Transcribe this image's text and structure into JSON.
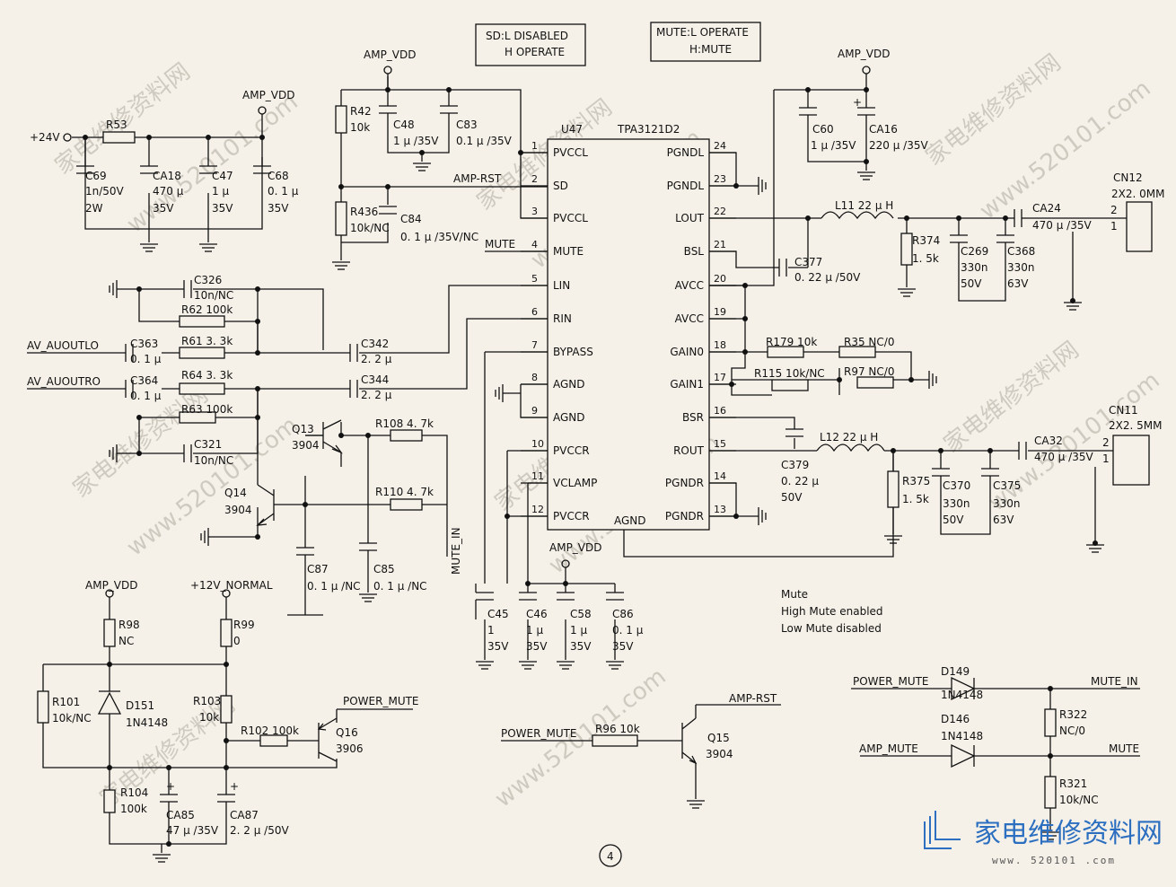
{
  "chip": {
    "ref": "U47",
    "part": "TPA3121D2",
    "agnd": "AGND"
  },
  "pins_left": [
    {
      "num": "1",
      "name": "PVCCL"
    },
    {
      "num": "2",
      "name": "SD"
    },
    {
      "num": "3",
      "name": "PVCCL"
    },
    {
      "num": "4",
      "name": "MUTE"
    },
    {
      "num": "5",
      "name": "LIN"
    },
    {
      "num": "6",
      "name": "RIN"
    },
    {
      "num": "7",
      "name": "BYPASS"
    },
    {
      "num": "8",
      "name": "AGND"
    },
    {
      "num": "9",
      "name": "AGND"
    },
    {
      "num": "10",
      "name": "PVCCR"
    },
    {
      "num": "11",
      "name": "VCLAMP"
    },
    {
      "num": "12",
      "name": "PVCCR"
    }
  ],
  "pins_right": [
    {
      "num": "24",
      "name": "PGNDL"
    },
    {
      "num": "23",
      "name": "PGNDL"
    },
    {
      "num": "22",
      "name": "LOUT"
    },
    {
      "num": "21",
      "name": "BSL"
    },
    {
      "num": "20",
      "name": "AVCC"
    },
    {
      "num": "19",
      "name": "AVCC"
    },
    {
      "num": "18",
      "name": "GAIN0"
    },
    {
      "num": "17",
      "name": "GAIN1"
    },
    {
      "num": "16",
      "name": "BSR"
    },
    {
      "num": "15",
      "name": "ROUT"
    },
    {
      "num": "14",
      "name": "PGNDR"
    },
    {
      "num": "13",
      "name": "PGNDR"
    }
  ],
  "notes": {
    "sd_line1": "SD:L DISABLED",
    "sd_line2": "H OPERATE",
    "mute_line1": "MUTE:L OPERATE",
    "mute_line2": "H:MUTE",
    "mute_title": "Mute",
    "mute_high": "High Mute enabled",
    "mute_low": "Low Mute disabled",
    "page_mark": "4"
  },
  "nets": {
    "v24": "+24V",
    "amp_vdd": "AMP_VDD",
    "amp_rst": "AMP-RST",
    "mute": "MUTE",
    "av_l": "AV_AUOUTLO",
    "av_r": "AV_AUOUTRO",
    "mute_in": "MUTE_IN",
    "v12": "+12V_NORMAL",
    "power_mute": "POWER_MUTE",
    "amp_mute": "AMP_MUTE"
  },
  "labels": [
    {
      "id": "r53",
      "text": "R53"
    },
    {
      "id": "c69",
      "text": "C69"
    },
    {
      "id": "c69v",
      "text": "1n/50V"
    },
    {
      "id": "c69w",
      "text": "2W"
    },
    {
      "id": "ca18",
      "text": "CA18"
    },
    {
      "id": "ca18v",
      "text": "470 μ"
    },
    {
      "id": "ca18w",
      "text": "35V"
    },
    {
      "id": "c47",
      "text": "C47"
    },
    {
      "id": "c47v",
      "text": "1 μ"
    },
    {
      "id": "c47w",
      "text": "35V"
    },
    {
      "id": "c68",
      "text": "C68"
    },
    {
      "id": "c68v",
      "text": "0. 1 μ"
    },
    {
      "id": "c68w",
      "text": "35V"
    },
    {
      "id": "r42",
      "text": "R42"
    },
    {
      "id": "r42v",
      "text": "10k"
    },
    {
      "id": "c48",
      "text": "C48"
    },
    {
      "id": "c48v",
      "text": "1 μ /35V"
    },
    {
      "id": "c83",
      "text": "C83"
    },
    {
      "id": "c83v",
      "text": "0.1 μ /35V"
    },
    {
      "id": "r436",
      "text": "R436"
    },
    {
      "id": "r436v",
      "text": "10k/NC"
    },
    {
      "id": "c84",
      "text": "C84"
    },
    {
      "id": "c84v",
      "text": "0. 1 μ /35V/NC"
    },
    {
      "id": "c326",
      "text": "C326"
    },
    {
      "id": "c326v",
      "text": "10n/NC"
    },
    {
      "id": "r62",
      "text": "R62 100k"
    },
    {
      "id": "c363",
      "text": "C363"
    },
    {
      "id": "c363v",
      "text": "0. 1 μ"
    },
    {
      "id": "r61",
      "text": "R61 3. 3k"
    },
    {
      "id": "c342",
      "text": "C342"
    },
    {
      "id": "c342v",
      "text": "2. 2 μ"
    },
    {
      "id": "c364",
      "text": "C364"
    },
    {
      "id": "c364v",
      "text": "0. 1 μ"
    },
    {
      "id": "r64",
      "text": "R64 3. 3k"
    },
    {
      "id": "c344",
      "text": "C344"
    },
    {
      "id": "c344v",
      "text": "2. 2 μ"
    },
    {
      "id": "r63",
      "text": "R63 100k"
    },
    {
      "id": "c321",
      "text": "C321"
    },
    {
      "id": "c321v",
      "text": "10n/NC"
    },
    {
      "id": "q13",
      "text": "Q13"
    },
    {
      "id": "q13v",
      "text": "3904"
    },
    {
      "id": "r108",
      "text": "R108 4. 7k"
    },
    {
      "id": "q14",
      "text": "Q14"
    },
    {
      "id": "q14v",
      "text": "3904"
    },
    {
      "id": "r110",
      "text": "R110 4. 7k"
    },
    {
      "id": "c87",
      "text": "C87"
    },
    {
      "id": "c87v",
      "text": "0. 1 μ /NC"
    },
    {
      "id": "c85",
      "text": "C85"
    },
    {
      "id": "c85v",
      "text": "0. 1 μ /NC"
    },
    {
      "id": "c45",
      "text": "C45"
    },
    {
      "id": "c45v",
      "text": "1"
    },
    {
      "id": "c45w",
      "text": "35V"
    },
    {
      "id": "c46",
      "text": "C46"
    },
    {
      "id": "c46v",
      "text": "1 μ"
    },
    {
      "id": "c46w",
      "text": "35V"
    },
    {
      "id": "c58",
      "text": "C58"
    },
    {
      "id": "c58v",
      "text": "1 μ"
    },
    {
      "id": "c58w",
      "text": "35V"
    },
    {
      "id": "c86",
      "text": "C86"
    },
    {
      "id": "c86v",
      "text": "0. 1 μ"
    },
    {
      "id": "c86w",
      "text": "35V"
    },
    {
      "id": "c60",
      "text": "C60"
    },
    {
      "id": "c60v",
      "text": "1 μ /35V"
    },
    {
      "id": "ca16",
      "text": "CA16"
    },
    {
      "id": "ca16v",
      "text": "220 μ /35V"
    },
    {
      "id": "l11",
      "text": "L11  22 μ H"
    },
    {
      "id": "cn12",
      "text": "CN12"
    },
    {
      "id": "cn12v",
      "text": "2X2. 0MM"
    },
    {
      "id": "ca24",
      "text": "CA24"
    },
    {
      "id": "ca24v",
      "text": "470 μ /35V"
    },
    {
      "id": "r374",
      "text": "R374"
    },
    {
      "id": "r374v",
      "text": "1. 5k"
    },
    {
      "id": "c269",
      "text": "C269"
    },
    {
      "id": "c269v",
      "text": "330n"
    },
    {
      "id": "c269w",
      "text": "50V"
    },
    {
      "id": "c368",
      "text": "C368"
    },
    {
      "id": "c368v",
      "text": "330n"
    },
    {
      "id": "c368w",
      "text": "63V"
    },
    {
      "id": "c377",
      "text": "C377"
    },
    {
      "id": "c377v",
      "text": "0. 22 μ /50V"
    },
    {
      "id": "r179",
      "text": "R179 10k"
    },
    {
      "id": "r35",
      "text": "R35 NC/0"
    },
    {
      "id": "r115",
      "text": "R115 10k/NC"
    },
    {
      "id": "r97",
      "text": "R97 NC/0"
    },
    {
      "id": "cn11",
      "text": "CN11"
    },
    {
      "id": "cn11v",
      "text": "2X2. 5MM"
    },
    {
      "id": "l12",
      "text": "L12  22 μ H"
    },
    {
      "id": "c379",
      "text": "C379"
    },
    {
      "id": "c379v",
      "text": "0. 22 μ"
    },
    {
      "id": "c379w",
      "text": "50V"
    },
    {
      "id": "ca32",
      "text": "CA32"
    },
    {
      "id": "ca32v",
      "text": "470 μ /35V"
    },
    {
      "id": "r375",
      "text": "R375"
    },
    {
      "id": "r375v",
      "text": "1. 5k"
    },
    {
      "id": "c370",
      "text": "C370"
    },
    {
      "id": "c370v",
      "text": "330n"
    },
    {
      "id": "c370w",
      "text": "50V"
    },
    {
      "id": "c375",
      "text": "C375"
    },
    {
      "id": "c375v",
      "text": "330n"
    },
    {
      "id": "c375w",
      "text": "63V"
    },
    {
      "id": "r98",
      "text": "R98"
    },
    {
      "id": "r98v",
      "text": "NC"
    },
    {
      "id": "r99",
      "text": "R99"
    },
    {
      "id": "r99v",
      "text": "0"
    },
    {
      "id": "r101",
      "text": "R101"
    },
    {
      "id": "r101v",
      "text": "10k/NC"
    },
    {
      "id": "d151",
      "text": "D151"
    },
    {
      "id": "d151v",
      "text": "1N4148"
    },
    {
      "id": "r103",
      "text": "R103"
    },
    {
      "id": "r103v",
      "text": "10k"
    },
    {
      "id": "r102",
      "text": "R102 100k"
    },
    {
      "id": "q16",
      "text": "Q16"
    },
    {
      "id": "q16v",
      "text": "3906"
    },
    {
      "id": "r104",
      "text": "R104"
    },
    {
      "id": "r104v",
      "text": "100k"
    },
    {
      "id": "ca85",
      "text": "CA85"
    },
    {
      "id": "ca85v",
      "text": "47 μ /35V"
    },
    {
      "id": "ca87",
      "text": "CA87"
    },
    {
      "id": "ca87v",
      "text": "2. 2 μ /50V"
    },
    {
      "id": "r96",
      "text": "R96 10k"
    },
    {
      "id": "q15",
      "text": "Q15"
    },
    {
      "id": "q15v",
      "text": "3904"
    },
    {
      "id": "d149",
      "text": "D149"
    },
    {
      "id": "d149v",
      "text": "1N4148"
    },
    {
      "id": "d146",
      "text": "D146"
    },
    {
      "id": "d146v",
      "text": "1N4148"
    },
    {
      "id": "r322",
      "text": "R322"
    },
    {
      "id": "r322v",
      "text": "NC/0"
    },
    {
      "id": "r321",
      "text": "R321"
    },
    {
      "id": "r321v",
      "text": "10k/NC"
    },
    {
      "id": "cn12p2",
      "text": "2"
    },
    {
      "id": "cn12p1",
      "text": "1"
    },
    {
      "id": "cn11p2",
      "text": "2"
    },
    {
      "id": "cn11p1",
      "text": "1"
    }
  ],
  "watermark": {
    "site_text": "家电维修资料网",
    "url_text": "www.520101.com",
    "logo_cn": "家电维修资料网",
    "logo_url": "www. 520101 .com"
  }
}
